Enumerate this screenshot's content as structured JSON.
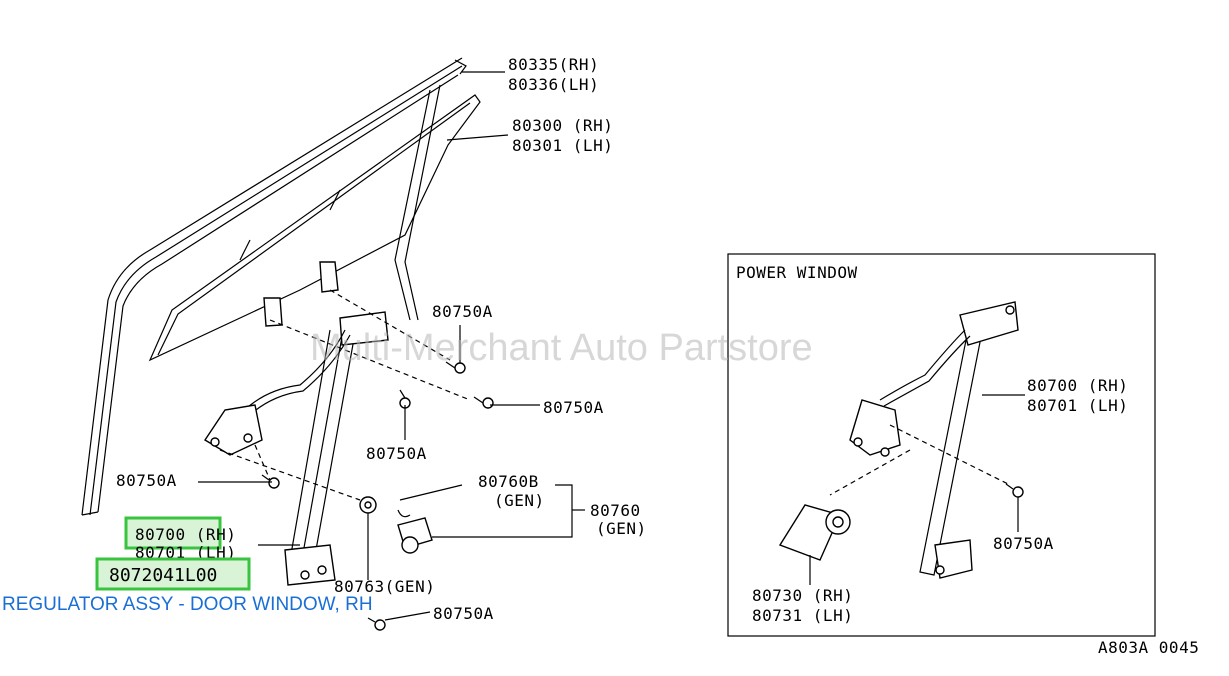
{
  "labels": {
    "glass_channel_rh": "80335(RH)",
    "glass_channel_lh": "80336(LH)",
    "glass_rh": "80300 (RH)",
    "glass_lh": "80301 (LH)",
    "bolt_a1": "80750A",
    "bolt_a2": "80750A",
    "bolt_a3": "80750A",
    "bolt_a4": "80750A",
    "bolt_a5": "80750A",
    "bolt_a6": "80750A",
    "cable_b": "80760B",
    "cable_b_gen": "(GEN)",
    "cable": "80760",
    "cable_gen": "(GEN)",
    "reg_rh": "80700 (RH)",
    "reg_lh": "80701 (LH)",
    "clip": "80763(GEN)",
    "pw_reg_rh": "80700 (RH)",
    "pw_reg_lh": "80701 (LH)",
    "motor_rh": "80730 (RH)",
    "motor_lh": "80731 (LH)"
  },
  "power_window_title": "POWER WINDOW",
  "watermark": "Multi-Merchant Auto Partstore",
  "selected_part_number": "8072041L00",
  "selected_part_description": "REGULATOR ASSY - DOOR WINDOW, RH",
  "diagram_code": "A803A 0045",
  "colors": {
    "highlight_fill": "#d8f3d5",
    "highlight_border": "#39c43f",
    "description_text": "#1a6fd6"
  }
}
